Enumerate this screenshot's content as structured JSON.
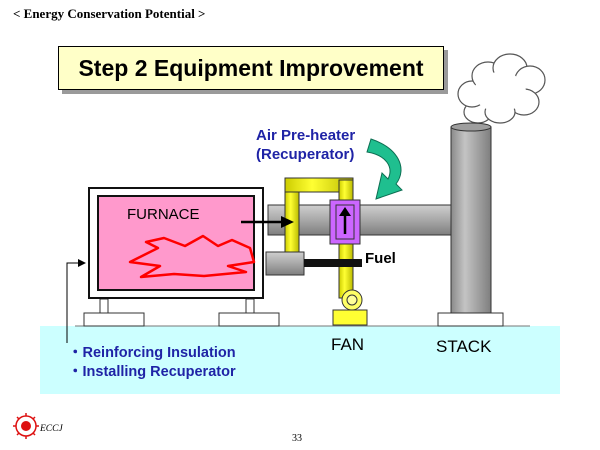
{
  "header": {
    "note": "< Energy Conservation Potential >"
  },
  "title": "Step 2 Equipment Improvement",
  "diagram": {
    "air_preheater_line1": "Air Pre-heater",
    "air_preheater_line2": "(Recuperator)",
    "furnace_label": "FURNACE",
    "fuel_label": "Fuel",
    "fan_label": "FAN",
    "stack_label": "STACK"
  },
  "bullets": [
    "・Reinforcing Insulation",
    "・Installing Recuperator"
  ],
  "footer": {
    "logo_text": "ECCJ",
    "page_number": "33"
  },
  "colors": {
    "panel_background": "#ccffff",
    "furnace_fill": "#ff99cc",
    "flame_outline": "#ff0000",
    "duct_gray": "#a6a6a6",
    "air_duct_yellow": "#ffff00",
    "recuperator_purple": "#cc66ff",
    "curved_arrow_teal": "#1fbf8f",
    "label_blue": "#1f23a6",
    "title_box": "#ffffc8"
  },
  "icons": [
    "curved-arrow-icon",
    "flow-arrow-icon",
    "up-arrow-icon",
    "cloud-smoke-icon",
    "eccj-logo-icon"
  ]
}
